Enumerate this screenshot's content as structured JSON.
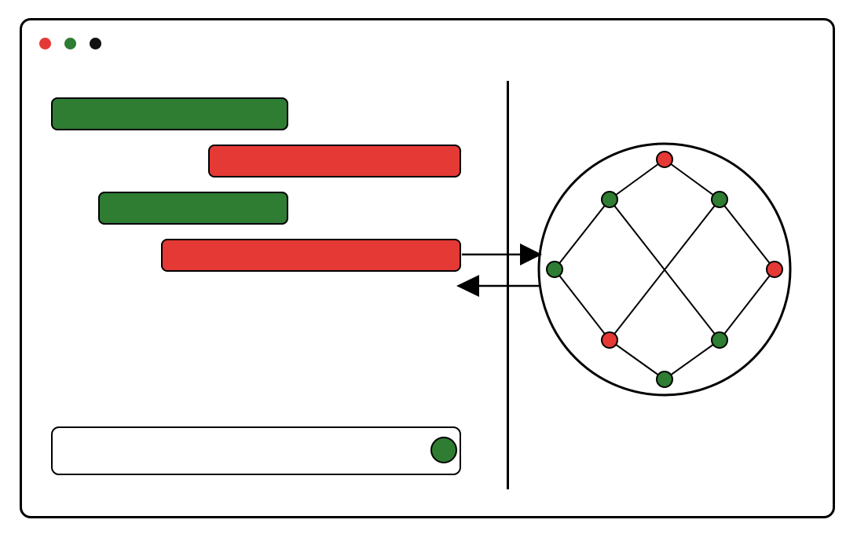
{
  "colors": {
    "red": "#e53935",
    "green": "#2e7d32",
    "black": "#000000",
    "white": "#ffffff"
  },
  "window_controls": [
    {
      "name": "close-dot",
      "color": "#e53935"
    },
    {
      "name": "maximize-dot",
      "color": "#2e7d32"
    },
    {
      "name": "minimize-dot",
      "color": "#111111"
    }
  ],
  "bars": [
    {
      "name": "bar-1",
      "color": "green"
    },
    {
      "name": "bar-2",
      "color": "red"
    },
    {
      "name": "bar-3",
      "color": "green"
    },
    {
      "name": "bar-4",
      "color": "red"
    }
  ],
  "input": {
    "knob_color": "green"
  },
  "arrows": [
    {
      "name": "arrow-to-network",
      "direction": "right"
    },
    {
      "name": "arrow-to-list",
      "direction": "left"
    }
  ],
  "network": {
    "nodes": [
      {
        "id": "top",
        "color": "red"
      },
      {
        "id": "upper-left",
        "color": "green"
      },
      {
        "id": "upper-right",
        "color": "green"
      },
      {
        "id": "left",
        "color": "green"
      },
      {
        "id": "right",
        "color": "red"
      },
      {
        "id": "lower-left",
        "color": "red"
      },
      {
        "id": "lower-right",
        "color": "green"
      },
      {
        "id": "bottom",
        "color": "green"
      }
    ],
    "edges": [
      [
        "top",
        "upper-left"
      ],
      [
        "top",
        "upper-right"
      ],
      [
        "upper-left",
        "left"
      ],
      [
        "upper-right",
        "right"
      ],
      [
        "upper-left",
        "lower-right"
      ],
      [
        "upper-right",
        "lower-left"
      ],
      [
        "left",
        "lower-left"
      ],
      [
        "right",
        "lower-right"
      ],
      [
        "lower-left",
        "bottom"
      ],
      [
        "lower-right",
        "bottom"
      ]
    ]
  }
}
